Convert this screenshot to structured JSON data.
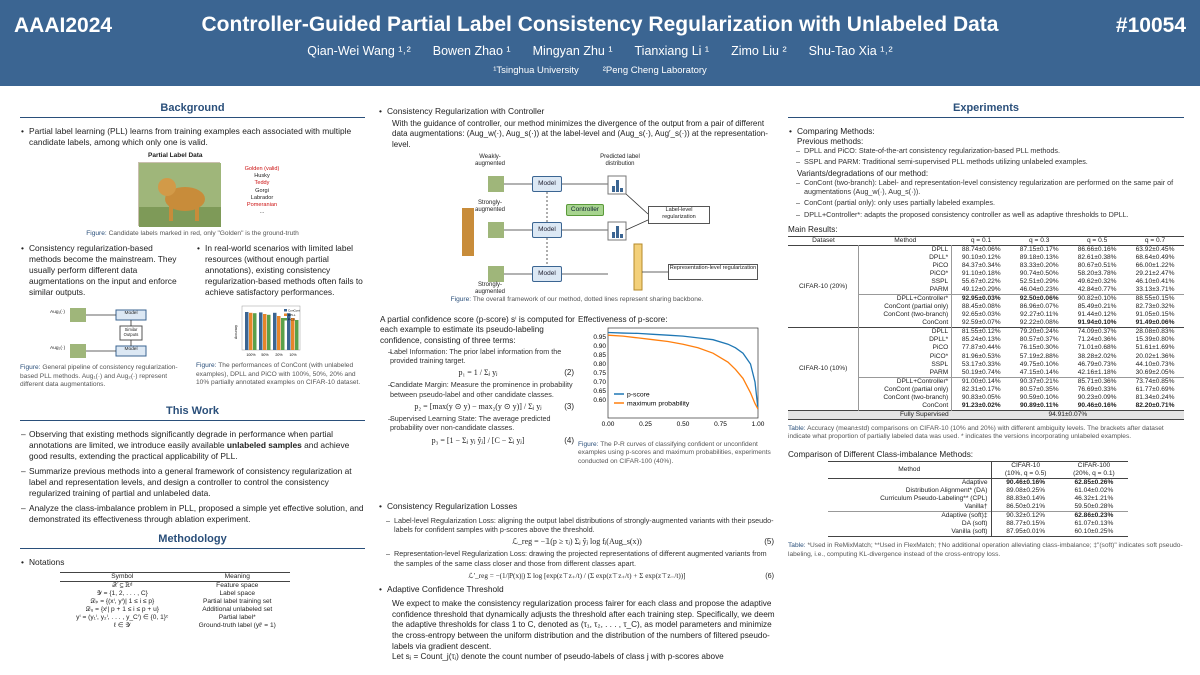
{
  "header": {
    "conf": "AAAI2024",
    "title": "Controller-Guided Partial Label Consistency Regularization with Unlabeled Data",
    "paper_id": "#10054",
    "authors": [
      "Qian-Wei Wang ¹˒²",
      "Bowen Zhao ¹",
      "Mingyan Zhu ¹",
      "Tianxiang Li ¹",
      "Zimo Liu ²",
      "Shu-Tao Xia ¹˒²"
    ],
    "affiliations": [
      "¹Tsinghua University",
      "²Peng Cheng Laboratory"
    ]
  },
  "background": {
    "title": "Background",
    "b1": "Partial label learning (PLL) learns from training examples each associated with multiple candidate labels, among which only one is valid.",
    "fig_title": "Partial Label Data",
    "labels": [
      "Golden (valid)",
      "Husky",
      "Teddy",
      "Gorgi",
      "Labrador",
      "Pomeranian",
      "..."
    ],
    "cap1_label": "Figure:",
    "cap1": "Candidate labels marked in red, only \"Golden\" is the ground-truth",
    "b2": "Consistency regularization-based methods become the mainstream. They usually perform different data augmentations on the input and enforce similar outputs.",
    "b3": "In real-world scenarios with limited label resources (without enough partial annotations), existing consistency regularization-based methods often fails to achieve satisfactory performances.",
    "pipe_aug1": "Aug₁(·)",
    "pipe_aug2": "Aug₂(·)",
    "pipe_model": "Model",
    "pipe_similar": "Similar Outputs",
    "cap2_label": "Figure:",
    "cap2": "General pipeline of consistency regularization-based PLL methods. Aug₁(·) and Aug₂(·) represent different data augmentations.",
    "cap3_label": "Figure:",
    "cap3": "The performances of ConCont (with unlabeled examples), DPLL and PiCO with 100%, 50%, 20% and 10% partially annotated examples on CIFAR-10 dataset.",
    "bar_legend": [
      "ConCont",
      "DPLL",
      "PiCO"
    ],
    "bar_xlabels": [
      "100%",
      "50%",
      "20%",
      "10%"
    ],
    "bar_ylabel": "Accuracy"
  },
  "thiswork": {
    "title": "This Work",
    "w1": "Observing that existing methods significantly degrade in performance when partial annotations are limited, we introduce easily available",
    "w1_bold": "unlabeled samples",
    "w1_end": "and achieve good results, extending the practical applicability of PLL.",
    "w2": "Summarize previous methods into a general framework of consistency regularization at label and representation levels, and design a controller to control the consistency regularized training of partial and unlabeled data.",
    "w3": "Analyze the class-imbalance problem in PLL, proposed a simple yet effective solution, and demonstrated its effectiveness through ablation experiment."
  },
  "method": {
    "title": "Methodology",
    "notations": "Notations",
    "th_symbol": "Symbol",
    "th_meaning": "Meaning",
    "rows": [
      {
        "s": "𝒳 ⊆ ℝᵈ",
        "m": "Feature space"
      },
      {
        "s": "𝒴 = {1, 2, . . . , C}",
        "m": "Label space"
      },
      {
        "s": "𝒟ₚ = {(xⁱ, yⁱ)| 1 ≤ i ≤ p}",
        "m": "Partial label training set"
      },
      {
        "s": "𝒟ᵤ = {xⁱ| p + 1 ≤ i ≤ p + u}",
        "m": "Additional unlabeled set"
      },
      {
        "s": "yⁱ = (y₁ⁱ, y₂ⁱ, . . . , y_Cⁱ) ∈ {0, 1}ᶜ",
        "m": "Partial label*"
      },
      {
        "s": "ℓ ∈ 𝒴",
        "m": "Ground-truth label (yℓⁱ = 1)"
      }
    ]
  },
  "col2": {
    "cr_title": "Consistency Regularization with Controller",
    "cr_text": "With the guidance of controller, our method minimizes the divergence of the output from a pair of different data augmentations: (Aug_w(·), Aug_s(·)) at the label-level and (Aug_s(·), Aug′_s(·)) at the representation-level.",
    "fw_weak": "Weakly-augmented",
    "fw_strong1": "Strongly-augmented",
    "fw_strong2": "Strongly-augmented",
    "fw_model": "Model",
    "fw_controller": "Controller",
    "fw_pred": "Predicted label distribution",
    "fw_label": "Label-level regularization",
    "fw_rep": "Representation-level regularization",
    "cap_fw_label": "Figure:",
    "cap_fw": "The overall framework of our method, dotted lines represent sharing backbone.",
    "ps_intro": "A partial confidence score (p-score) sⁱ is computed for each example to estimate its pseudo-labeling confidence, consisting of three terms:",
    "ps_prior": "Label Information: The prior label information from the provided training target.",
    "ps_margin": "Candidate Margin: Measure the prominence in probability between pseudo-label and other candidate classes.",
    "ps_sup": "Supervised Learning State: The average predicted probability over non-candidate classes.",
    "f2": "p₁ = 1 / Σⱼ yⱼ",
    "f3": "p₂ = [max(y ⊙ y) − max₂(y ⊙ y)] / Σⱼ yⱼ",
    "f4": "p₃ = [1 − Σⱼ yⱼ ŷⱼ] / [C − Σⱼ yⱼ]",
    "n2": "(2)",
    "n3": "(3)",
    "n4": "(4)",
    "eff_title": "Effectiveness of p-score:",
    "cap_pr_label": "Figure:",
    "cap_pr": "The P-R curves of classifying confident or unconfident examples using p-scores and maximum probabilities, experiments conducted on CIFAR-100 (40%).",
    "crl_title": "Consistency Regularization Losses",
    "lab_loss": "Label-level Regularization Loss: aligning the output label distributions of strongly-augmented variants with their pseudo-labels for confident samples with p-scores above the threshold.",
    "f5": "ℒ_reg = −𝟙(p ≥ τⱼ) Σⱼ ŷⱼ log fⱼ(Aug_s(x))",
    "n5": "(5)",
    "rep_loss": "Representation-level Regularization Loss: drawing the projected representations of different augmented variants from the samples of the same class closer and those from different classes apart.",
    "f6": "ℒ′_reg = −(1/|P(x)|) Σ log [exp(z⊤z₊/t) / (Σ exp(z⊤z₊/t) + Σ exp(z⊤z₋/t))]",
    "n6": "(6)",
    "act_title": "Adaptive Confidence Threshold",
    "act_text": "We expect to make the consistency regularization process fairer for each class and propose the adaptive confidence threshold that dynamically adjusts the threshold after each training step. Specifically, we deem the adaptive thresholds for class 1 to C, denoted as (τ₁, τ₂, . . . , τ_C), as model parameters and minimize the cross-entropy between the uniform distribution and the distribution of the numbers of filtered pseudo-labels via gradient descent.",
    "act_tail": "Let sⱼ = Count_j(τⱼ) denote the count number of pseudo-labels of class j with p-scores above"
  },
  "experiments": {
    "title": "Experiments",
    "cmp": "Comparing Methods:",
    "prev": "Previous methods:",
    "prev1": "DPLL and PiCO: State-of-the-art consistency regularization-based PLL methods.",
    "prev2": "SSPL and PARM: Traditional semi-supervised PLL methods utilizing unlabeled examples.",
    "var": "Variants/degradations of our method:",
    "var1": "ConCont (two-branch): Label- and representation-level consistency regularization are performed on the same pair of augmentations (Aug_w(·), Aug_s(·)).",
    "var2": "ConCont (partial only): only uses partially labeled examples.",
    "var3": "DPLL+Controller*: adapts the proposed consistency controller as well as adaptive thresholds to DPLL.",
    "main": "Main Results:",
    "th": [
      "Dataset",
      "Method",
      "q = 0.1",
      "q = 0.3",
      "q = 0.5",
      "q = 0.7"
    ],
    "ds20": "CIFAR-10 (20%)",
    "ds10": "CIFAR-10 (10%)",
    "g20a": [
      [
        "DPLL",
        "88.74±0.06%",
        "87.15±0.17%",
        "86.66±0.16%",
        "63.92±0.45%"
      ],
      [
        "DPLL*",
        "90.10±0.12%",
        "89.18±0.13%",
        "82.61±0.38%",
        "68.64±0.49%"
      ],
      [
        "PiCO",
        "84.37±0.34%",
        "83.33±0.20%",
        "80.67±0.51%",
        "66.00±1.22%"
      ],
      [
        "PiCO*",
        "91.10±0.18%",
        "90.74±0.50%",
        "58.20±3.78%",
        "29.21±2.47%"
      ],
      [
        "SSPL",
        "55.67±0.22%",
        "52.51±0.29%",
        "49.62±0.32%",
        "46.10±0.41%"
      ],
      [
        "PARM",
        "49.12±0.29%",
        "46.04±0.23%",
        "42.84±0.77%",
        "33.13±3.71%"
      ]
    ],
    "g20b": [
      [
        "DPLL+Controller*",
        "92.95±0.03%",
        "92.50±0.06%",
        "90.82±0.10%",
        "88.55±0.15%"
      ],
      [
        "ConCont (partial only)",
        "88.45±0.08%",
        "86.96±0.07%",
        "85.49±0.21%",
        "82.73±0.32%"
      ],
      [
        "ConCont (two-branch)",
        "92.65±0.03%",
        "92.27±0.11%",
        "91.44±0.12%",
        "91.05±0.15%"
      ],
      [
        "ConCont",
        "92.59±0.07%",
        "92.22±0.08%",
        "91.94±0.10%",
        "91.49±0.06%"
      ]
    ],
    "g10a": [
      [
        "DPLL",
        "81.55±0.12%",
        "79.20±0.24%",
        "74.09±0.37%",
        "28.08±0.83%"
      ],
      [
        "DPLL*",
        "85.24±0.13%",
        "80.57±0.37%",
        "71.24±0.36%",
        "15.39±0.80%"
      ],
      [
        "PiCO",
        "77.87±0.44%",
        "76.15±0.30%",
        "71.01±0.68%",
        "51.61±1.69%"
      ],
      [
        "PiCO*",
        "81.96±0.53%",
        "57.19±2.88%",
        "38.28±2.02%",
        "20.02±1.36%"
      ],
      [
        "SSPL",
        "53.17±0.33%",
        "49.75±0.10%",
        "46.79±0.73%",
        "44.10±0.73%"
      ],
      [
        "PARM",
        "50.19±0.74%",
        "47.15±0.14%",
        "42.16±1.18%",
        "30.69±2.05%"
      ]
    ],
    "g10b": [
      [
        "DPLL+Controller*",
        "91.00±0.14%",
        "90.37±0.21%",
        "85.71±0.36%",
        "73.74±0.85%"
      ],
      [
        "ConCont (partial only)",
        "82.31±0.17%",
        "80.57±0.35%",
        "76.69±0.33%",
        "61.77±0.69%"
      ],
      [
        "ConCont (two-branch)",
        "90.83±0.05%",
        "90.59±0.10%",
        "90.23±0.09%",
        "81.34±0.24%"
      ],
      [
        "ConCont",
        "91.23±0.02%",
        "90.89±0.11%",
        "90.46±0.16%",
        "82.20±0.71%"
      ]
    ],
    "fs": "Fully Supervised",
    "fs_val": "94.91±0.07%",
    "tcap_label": "Table:",
    "tcap": "Accuracy (mean±std) comparisons on CIFAR-10 (10% and 20%) with different ambiguity levels. The brackets after dataset indicate what proportion of partially labeled data was used. * indicates the versions incorporating unlabeled examples.",
    "imb": "Comparison of Different Class-imbalance Methods:",
    "ih_method": "Method",
    "ih_c10": "CIFAR-10",
    "ih_c10b": "(10%, q = 0.5)",
    "ih_c100": "CIFAR-100",
    "ih_c100b": "(20%, q = 0.1)",
    "imb1": [
      [
        "Adaptive",
        "90.46±0.16%",
        "62.85±0.26%"
      ],
      [
        "Distribution Alignment* (DA)",
        "89.08±0.25%",
        "61.04±0.02%"
      ],
      [
        "Curriculum Pseudo-Labeling** (CPL)",
        "88.83±0.14%",
        "46.32±1.21%"
      ],
      [
        "Vanilla†",
        "86.50±0.21%",
        "59.50±0.28%"
      ]
    ],
    "imb2": [
      [
        "Adaptive (soft)‡",
        "90.32±0.12%",
        "62.86±0.23%"
      ],
      [
        "DA (soft)",
        "88.77±0.15%",
        "61.07±0.13%"
      ],
      [
        "Vanilla (soft)",
        "87.95±0.01%",
        "60.10±0.25%"
      ]
    ],
    "icap_label": "Table:",
    "icap": "*Used in ReMixMatch; **Used in FlexMatch; †No additional operation alleviating class-imbalance; ‡\"(soft)\" indicates soft pseudo-labeling, i.e., computing KL-divergence instead of the cross-entropy loss."
  },
  "chart_data": {
    "type": "line",
    "title": "",
    "xlabel": "",
    "ylabel": "",
    "xlim": [
      0,
      1
    ],
    "ylim": [
      0.5,
      1.0
    ],
    "xticks": [
      "0.00",
      "0.25",
      "0.50",
      "0.75",
      "1.00"
    ],
    "yticks": [
      "0.95",
      "0.90",
      "0.85",
      "0.80",
      "0.75",
      "0.70",
      "0.65",
      "0.60"
    ],
    "legend": "lower-left",
    "series": [
      {
        "name": "p-score",
        "color": "#1f77b4",
        "x": [
          0,
          0.1,
          0.2,
          0.3,
          0.4,
          0.5,
          0.6,
          0.7,
          0.8,
          0.85,
          0.9,
          0.95,
          0.98,
          1.0
        ],
        "y": [
          0.975,
          0.972,
          0.97,
          0.965,
          0.96,
          0.955,
          0.945,
          0.935,
          0.91,
          0.89,
          0.86,
          0.8,
          0.7,
          0.55
        ]
      },
      {
        "name": "maximum probability",
        "color": "#ff7f0e",
        "x": [
          0,
          0.1,
          0.2,
          0.3,
          0.4,
          0.5,
          0.6,
          0.7,
          0.8,
          0.85,
          0.9,
          0.95,
          0.98,
          1.0
        ],
        "y": [
          0.96,
          0.955,
          0.945,
          0.935,
          0.925,
          0.91,
          0.89,
          0.86,
          0.81,
          0.77,
          0.72,
          0.64,
          0.58,
          0.55
        ]
      }
    ]
  }
}
